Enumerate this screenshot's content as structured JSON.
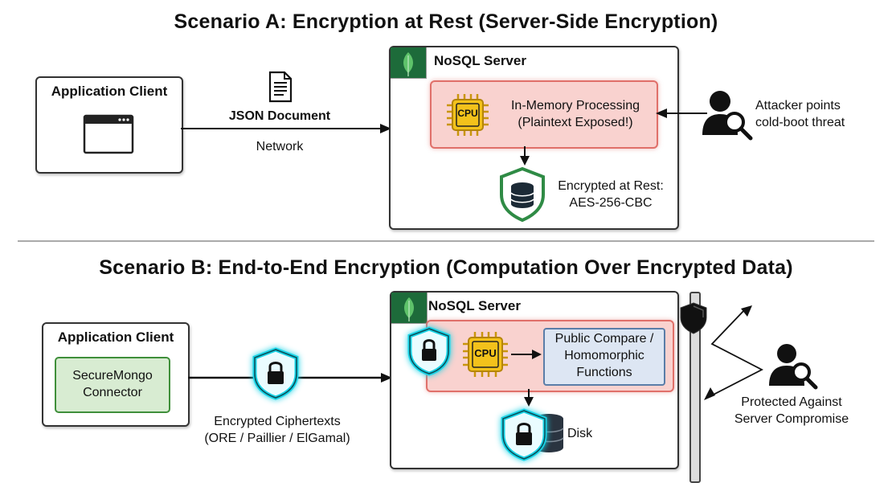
{
  "scenario_a": {
    "title": "Scenario A: Encryption at Rest (Server-Side Encryption)",
    "client_label": "Application Client",
    "document_label": "JSON Document",
    "network_label": "Network",
    "server_label": "NoSQL Server",
    "cpu_label": "CPU",
    "processing_line1": "In-Memory Processing",
    "processing_line2": "(Plaintext Exposed!)",
    "storage_line1": "Encrypted at Rest:",
    "storage_line2": "AES-256-CBC",
    "attacker_line1": "Attacker points",
    "attacker_line2": "cold-boot threat"
  },
  "scenario_b": {
    "title": "Scenario B: End-to-End Encryption (Computation Over Encrypted Data)",
    "client_label": "Application Client",
    "connector_line1": "SecureMongo",
    "connector_line2": "Connector",
    "ciphertext_line1": "Encrypted Ciphertexts",
    "ciphertext_line2": "(ORE / Paillier / ElGamal)",
    "server_label": "NoSQL Server",
    "cpu_label": "CPU",
    "functions_line1": "Public Compare /",
    "functions_line2": "Homomorphic",
    "functions_line3": "Functions",
    "disk_label": "Disk",
    "protected_line1": "Protected Against",
    "protected_line2": "Server Compromise"
  },
  "colors": {
    "mongo_green": "#1d6b3a",
    "panel_red": "#f9d2cf",
    "cpu_yellow": "#f3c21b",
    "shield_cyan": "#19d3e6",
    "functions_blue": "#dde6f3",
    "connector_green": "#d8ecd2"
  }
}
